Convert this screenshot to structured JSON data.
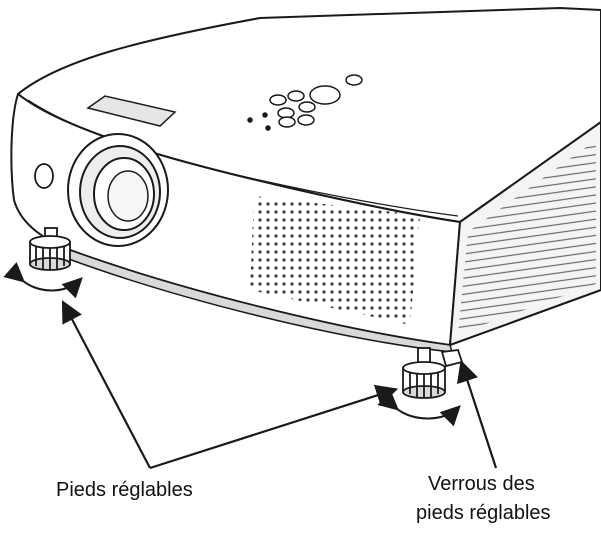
{
  "labels": {
    "adjustable_feet": "Pieds réglables",
    "feet_locks_line1": "Verrous des",
    "feet_locks_line2": "pieds réglables"
  },
  "colors": {
    "line": "#1a1a1a",
    "body": "#ffffff",
    "shade": "#d9d9d9",
    "grille": "#3a3a3a"
  },
  "icons": [
    "projector",
    "adjustable-foot",
    "rotation-arrow",
    "pointer-arrow"
  ]
}
